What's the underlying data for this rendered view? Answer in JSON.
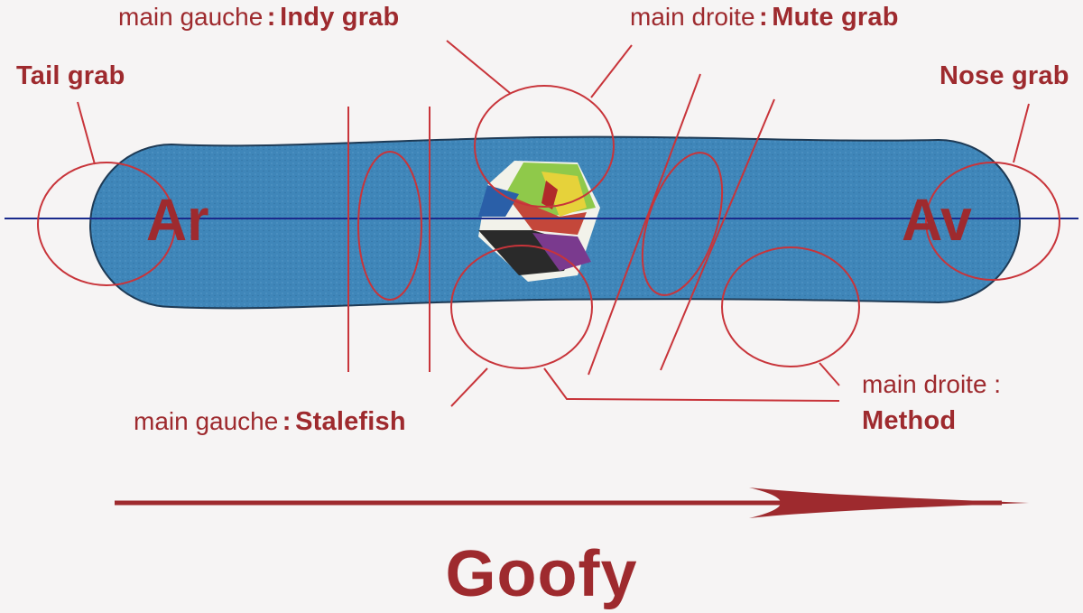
{
  "labels": {
    "tail_grab": "Tail grab",
    "nose_grab": "Nose grab",
    "indy_prefix": "main gauche",
    "indy_name": "Indy grab",
    "mute_prefix": "main droite",
    "mute_name": "Mute grab",
    "stalefish_prefix": "main gauche",
    "stalefish_name": "Stalefish",
    "method_prefix": "main droite :",
    "method_name": "Method",
    "separator": ":"
  },
  "board": {
    "rear_mark": "Ar",
    "front_mark": "Av"
  },
  "direction": {
    "title": "Goofy"
  },
  "colors": {
    "accent": "#9e2a2e",
    "board_blue": "#3f86b9",
    "axis_line": "#1a2a8c",
    "outline_red": "#c8343a",
    "background": "#f6f4f4"
  }
}
